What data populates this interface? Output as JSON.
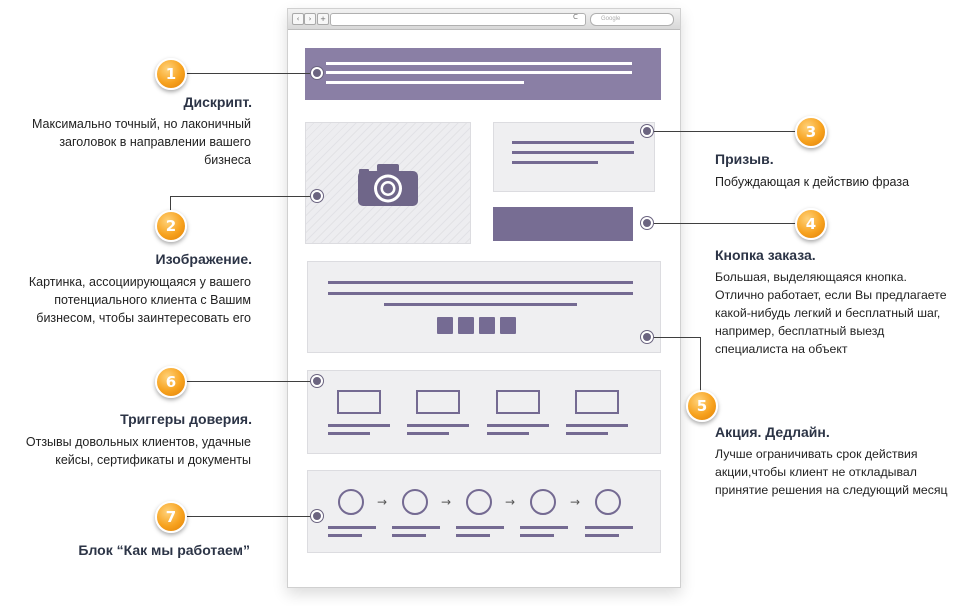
{
  "browser": {
    "search_placeholder": "Google"
  },
  "callouts": [
    {
      "number": "1",
      "title": "Дискрипт.",
      "lines": [
        "Максимально точный, но лаконичный",
        "заголовок в направлении вашего",
        "бизнеса"
      ]
    },
    {
      "number": "2",
      "title": "Изображение.",
      "lines": [
        "Картинка, ассоциирующаяся у вашего",
        "потенциального клиента с Вашим",
        "бизнесом, чтобы заинтересовать его"
      ]
    },
    {
      "number": "3",
      "title": "Призыв.",
      "lines": [
        "Побуждающая к действию фраза"
      ]
    },
    {
      "number": "4",
      "title": "Кнопка заказа.",
      "lines": [
        "Большая, выделяющаяся кнопка.",
        "Отлично работает, если Вы предлагаете",
        "какой-нибудь легкий и бесплатный шаг,",
        "например, бесплатный выезд",
        "специалиста на объект"
      ]
    },
    {
      "number": "5",
      "title": "Акция. Дедлайн.",
      "lines": [
        "Лучше ограничивать срок действия",
        "акции,чтобы клиент не откладывал",
        "принятие решения на следующий месяц"
      ]
    },
    {
      "number": "6",
      "title": "Триггеры доверия.",
      "lines": [
        "Отзывы довольных клиентов, удачные",
        "кейсы, сертификаты и документы"
      ]
    },
    {
      "number": "7",
      "title": "Блок “Как мы работаем”",
      "lines": []
    }
  ],
  "icons": {
    "camera": "camera-icon",
    "monitor": "monitor-icon",
    "step_circle": "circle-icon",
    "step_arrow": "→"
  },
  "colors": {
    "accent_purple": "#8a7fa5",
    "dark_purple": "#746a92",
    "badge_orange": "#f7a21e",
    "block_gray": "#efeff1",
    "title_text": "#2c3446"
  }
}
